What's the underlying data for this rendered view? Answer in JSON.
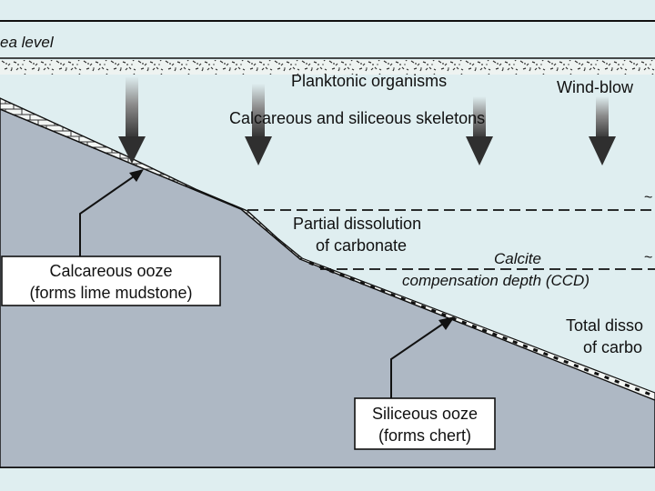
{
  "labels": {
    "sea_level": "ea level",
    "planktonic": "Planktonic organisms",
    "skeletons": "Calcareous and siliceous skeletons",
    "wind_blown": "Wind-blow",
    "partial_1": "Partial dissolution",
    "partial_2": "of carbonate",
    "calcite": "Calcite",
    "ccd": "compensation depth (CCD)",
    "total_1": "Total disso",
    "total_2": "of carbo",
    "calc_ooze_1": "Calcareous ooze",
    "calc_ooze_2": "(forms lime mudstone)",
    "sil_ooze_1": "Siliceous ooze",
    "sil_ooze_2": "(forms chert)"
  },
  "colors": {
    "background": "#dfeef0",
    "seafloor": "#aeb8c4",
    "line": "#111111",
    "arrow_dark": "#2f2f2f",
    "label_box": "#ffffff"
  }
}
